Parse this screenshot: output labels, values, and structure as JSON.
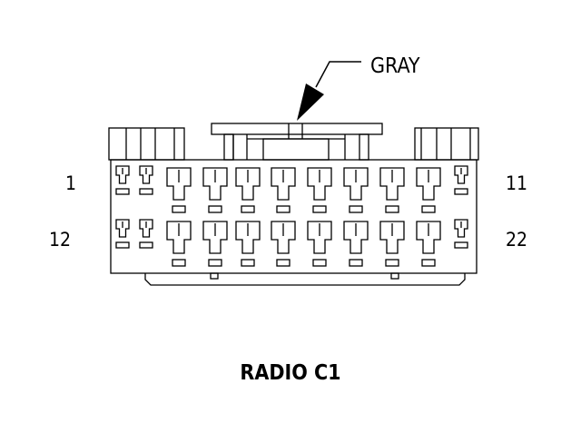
{
  "callout": {
    "label": "GRAY"
  },
  "pin_labels": {
    "top_left": "1",
    "top_right": "11",
    "bottom_left": "12",
    "bottom_right": "22"
  },
  "title": "RADIO C1",
  "colors": {
    "line": "#000000",
    "background": "#ffffff"
  }
}
